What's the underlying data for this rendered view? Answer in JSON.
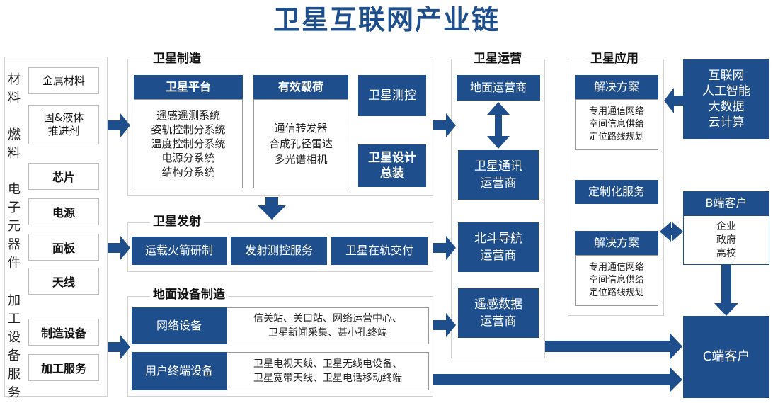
{
  "title": "卫星互联网产业链",
  "left": {
    "materials": {
      "label": "材料燃料",
      "items": [
        "金属材料",
        "固&液体推进剂"
      ]
    },
    "electronics": {
      "label": "电子元器件",
      "items": [
        "芯片",
        "电源",
        "面板",
        "天线"
      ]
    },
    "processing": {
      "label": "加工设备服务",
      "items": [
        "制造设备",
        "加工服务"
      ]
    }
  },
  "manufacturing": {
    "title": "卫星制造",
    "platform": {
      "title": "卫星平台",
      "lines": [
        "遥感遥测系统",
        "姿轨控制分系统",
        "温度控制分系统",
        "电源分系统",
        "结构分系统"
      ]
    },
    "payload": {
      "title": "有效载荷",
      "lines": [
        "通信转发器",
        "合成孔径雷达",
        "多光谱相机"
      ]
    },
    "ttc": "卫星测控",
    "design": "卫星设计总装"
  },
  "launch": {
    "title": "卫星发射",
    "items": [
      "运载火箭研制",
      "发射测控服务",
      "卫星在轨交付"
    ]
  },
  "ground": {
    "title": "地面设备制造",
    "network": {
      "label": "网络设备",
      "lines": [
        "信关站、关口站、网络运营中心、",
        "卫星新闻采集、甚小孔终端"
      ]
    },
    "terminal": {
      "label": "用户终端设备",
      "lines": [
        "卫星电视天线、卫星无线电设备、",
        "卫星宽带天线、卫星电话移动终端"
      ]
    }
  },
  "operation": {
    "title": "卫星运营",
    "items": [
      "地面运营商",
      "卫星通讯运营商",
      "北斗导航运营商",
      "遥感数据运营商"
    ]
  },
  "application": {
    "title": "卫星应用",
    "solution1": {
      "title": "解决方案",
      "lines": [
        "专用通信网络",
        "空间信息供给",
        "定位路线规划"
      ]
    },
    "custom": "定制化服务",
    "solution2": {
      "title": "解决方案",
      "lines": [
        "专用通信网络",
        "空间信息供给",
        "定位路线规划"
      ]
    }
  },
  "tech": {
    "lines": [
      "互联网",
      "人工智能",
      "大数据",
      "云计算"
    ]
  },
  "b_client": {
    "title": "B端客户",
    "lines": [
      "企业",
      "政府",
      "高校"
    ]
  },
  "c_client": "C端客户",
  "colors": {
    "accent": "#1f4e8c",
    "panel_border": "#d2d2d2"
  }
}
